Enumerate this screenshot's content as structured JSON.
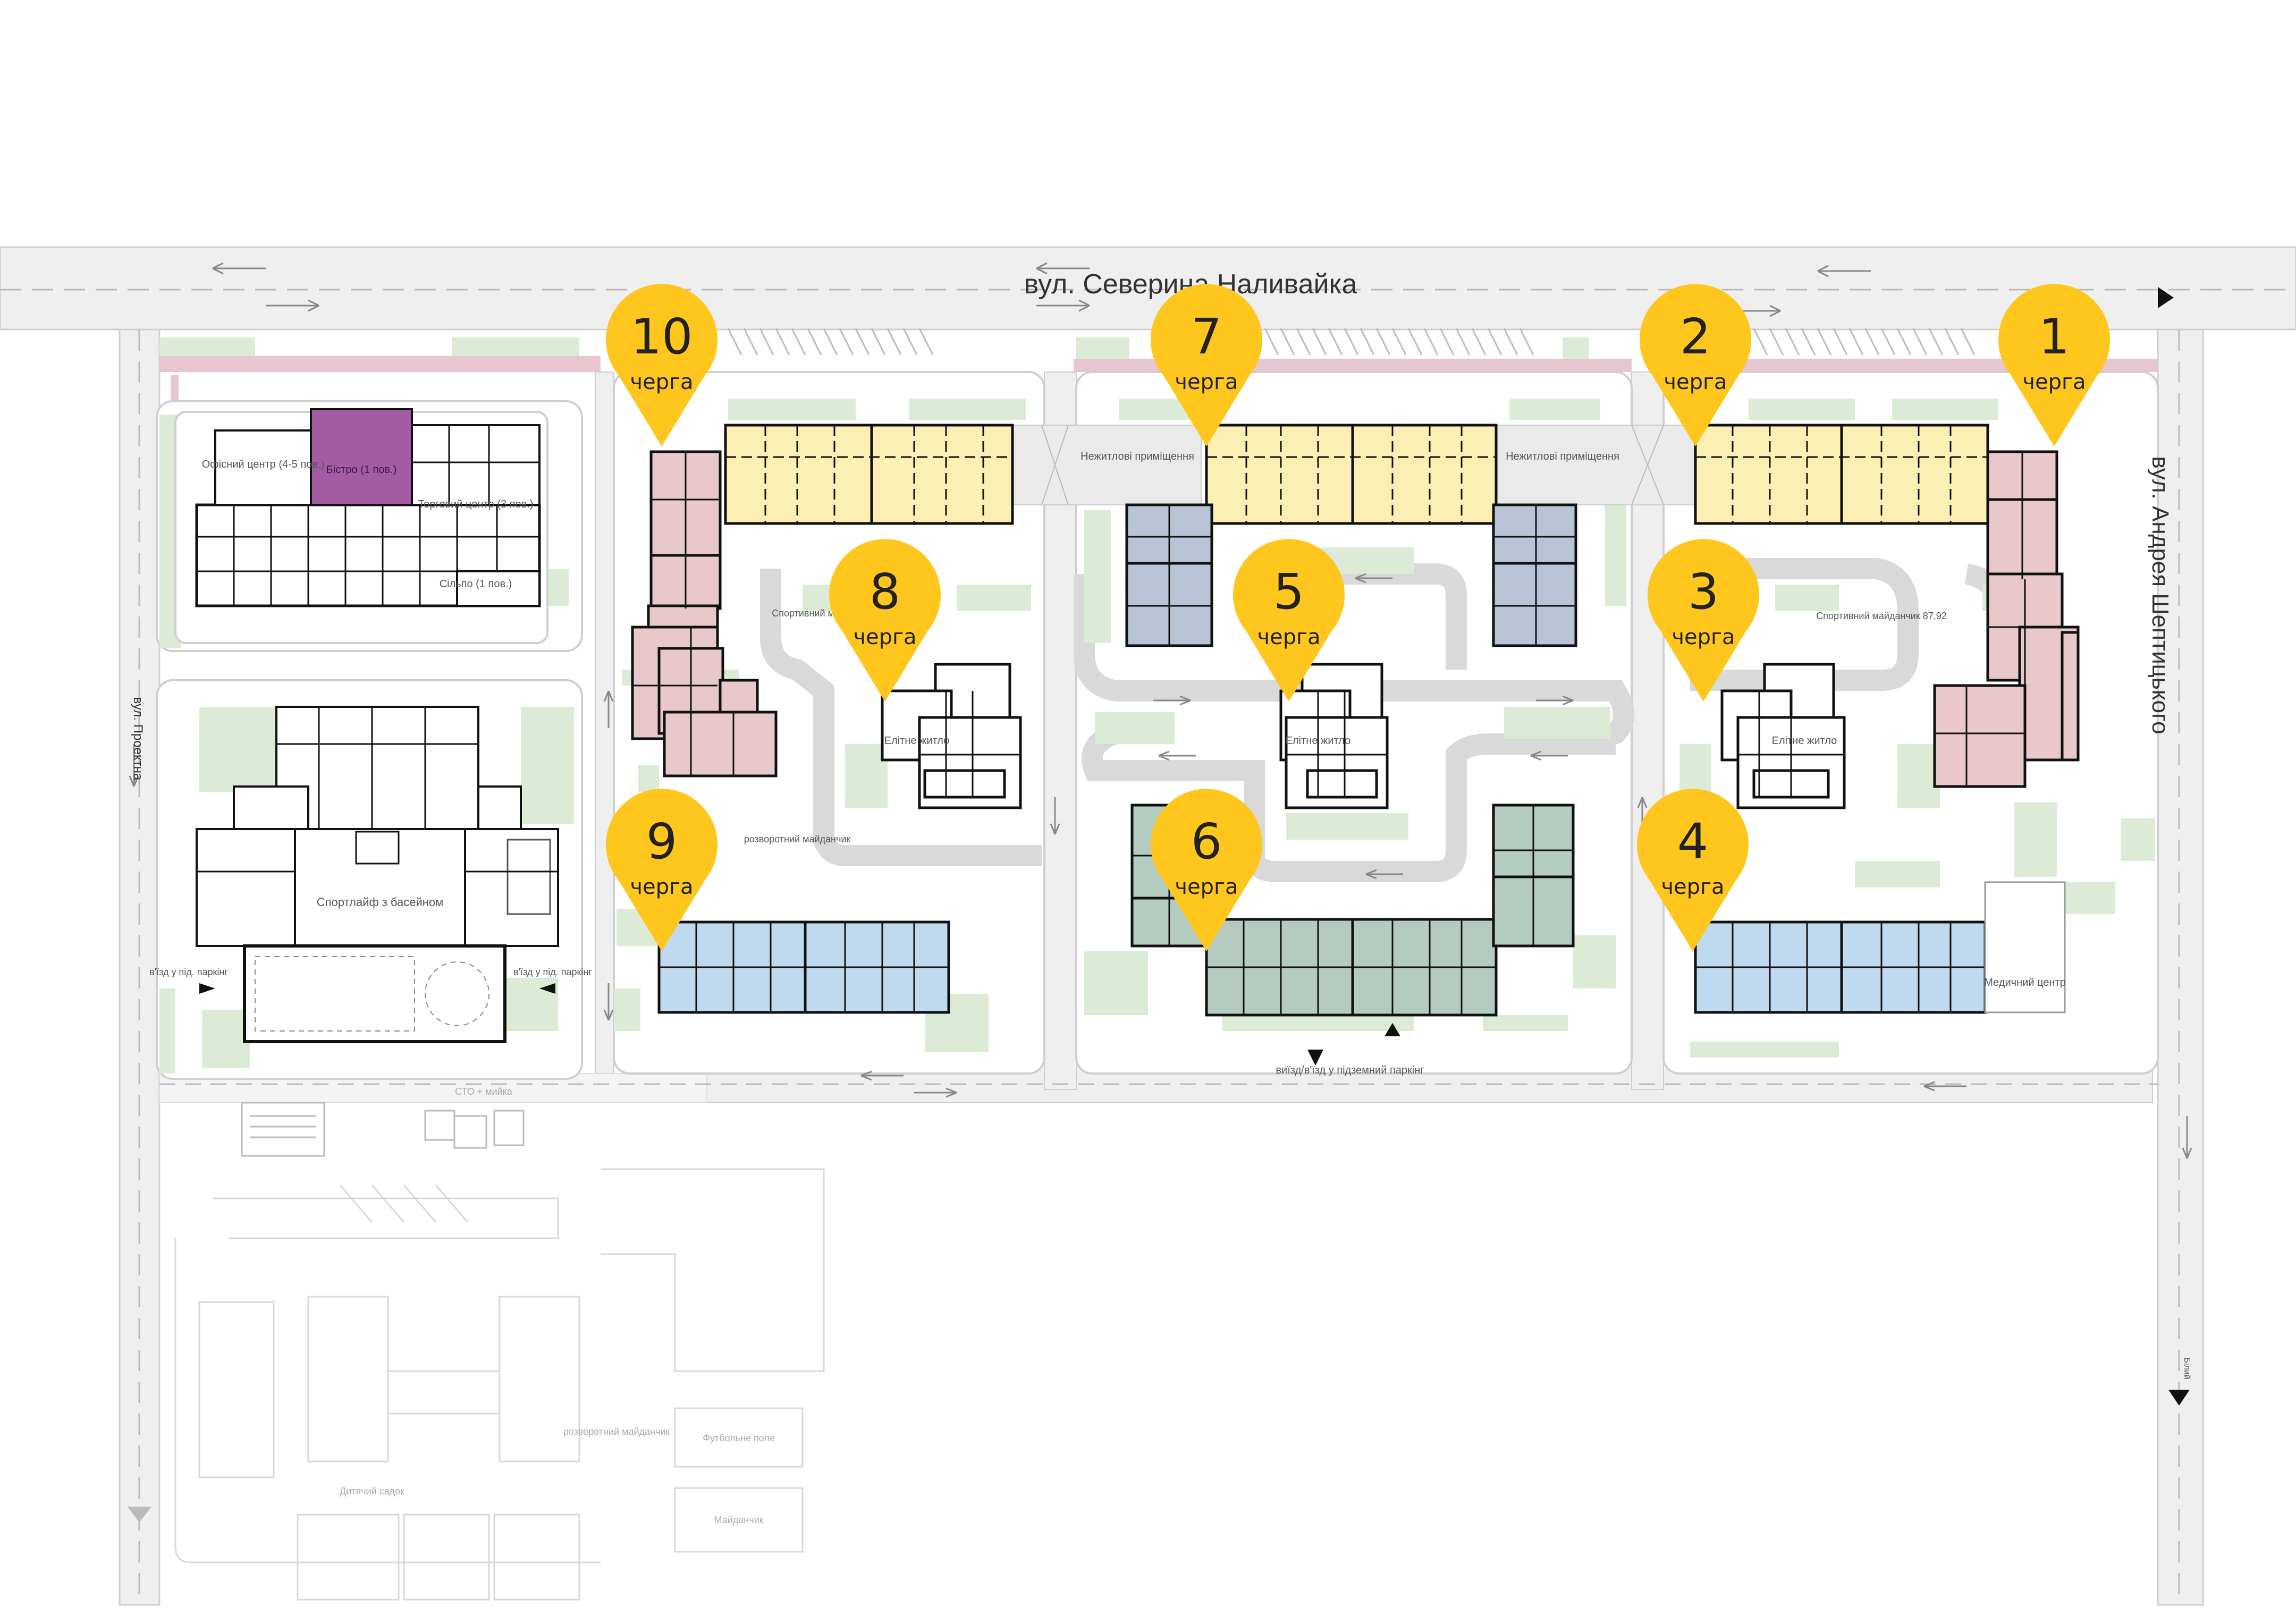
{
  "streets": {
    "north": "вул. Северина Наливайка",
    "east": "вул. Андрея Шептицького",
    "west": "вул. Проектна"
  },
  "markers": [
    {
      "number": "1",
      "suffix": "черга"
    },
    {
      "number": "2",
      "suffix": "черга"
    },
    {
      "number": "3",
      "suffix": "черга"
    },
    {
      "number": "4",
      "suffix": "черга"
    },
    {
      "number": "5",
      "suffix": "черга"
    },
    {
      "number": "6",
      "suffix": "черга"
    },
    {
      "number": "7",
      "suffix": "черга"
    },
    {
      "number": "8",
      "suffix": "черга"
    },
    {
      "number": "9",
      "suffix": "черга"
    },
    {
      "number": "10",
      "suffix": "черга"
    }
  ],
  "labels": {
    "office": "Офісний центр (4-5 пов.)",
    "bistro": "Бістро (1 пов.)",
    "trade": "Торговий центр (3 пов.)",
    "silpo": "Сільпо (1 пов.)",
    "sportlife": "Спортлайф з басейном",
    "parking_entry_west": "в'їзд у під. паркінг",
    "parking_entry_mid": "в'їзд у під. паркінг",
    "nonres_left": "Нежитлові приміщення",
    "nonres_right": "Нежитлові приміщення",
    "elite_8": "Елітне житло",
    "elite_5": "Елітне житло",
    "elite_3": "Елітне житло",
    "sport_ground_8": "Спортивний майданчик",
    "sport_ground_3": "Спортивний майданчик 87,92",
    "turnaround_top": "розворотний майданчик",
    "underground": "виїзд/в'їзд у підземний паркінг",
    "medical": "Медичний центр",
    "service": "СТО + мийка",
    "turnaround_bottom": "розворотний майданчик",
    "football": "Футбольне поле",
    "playground": "Майданчик",
    "kindergarten": "Дитячий садок",
    "east_small": "Білий"
  },
  "colors": {
    "marker": "#FFC61E",
    "yellow_block": "#FBEFB4",
    "pink_block": "#E8C8CB",
    "blue_grey_block": "#B8C3D6",
    "blue_block": "#BFD9EE",
    "green_block": "#B4CBC0",
    "bistro": "#A35BA3",
    "lawn": "#DCEBD6",
    "road": "#EFEFEF",
    "curb": "#CFCFCF",
    "pedestrian": "#E8C6CF"
  },
  "icons": [
    "arrow-right-icon",
    "arrow-down-icon",
    "direction-arrow-icon"
  ]
}
